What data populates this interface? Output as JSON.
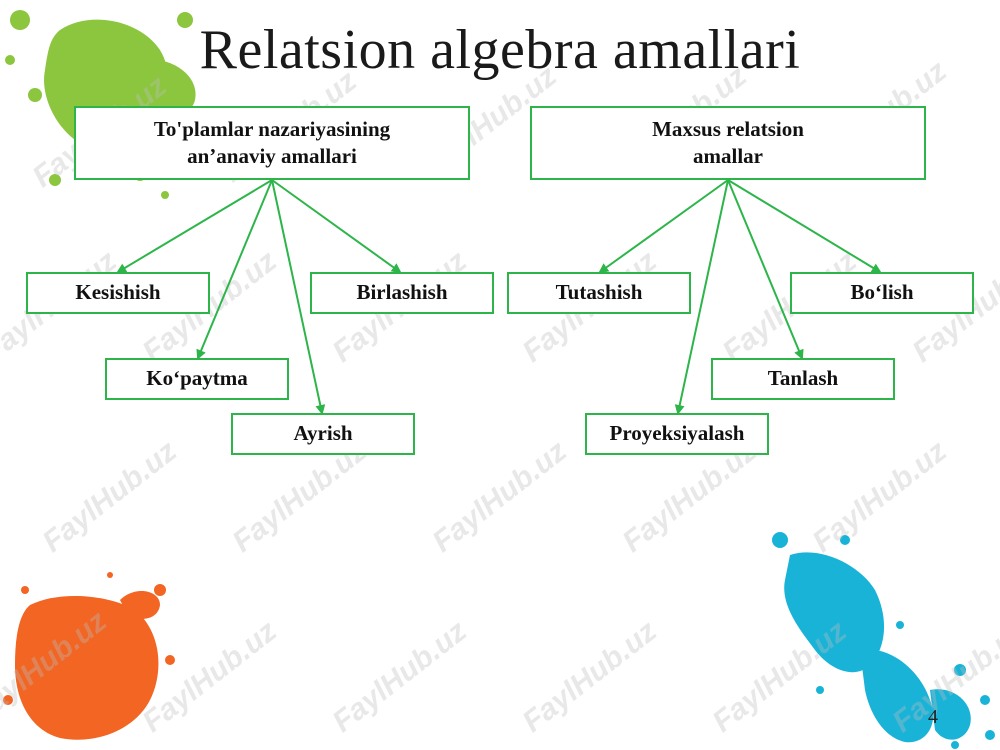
{
  "slide": {
    "title": "Relatsion algebra amallari",
    "page_number": "4",
    "watermark": "FaylHub.uz"
  },
  "diagram": {
    "left_root": {
      "line1": "To'plamlar nazariyasining",
      "line2": "an’anaviy amallari"
    },
    "right_root": {
      "line1": "Maxsus relatsion",
      "line2": "amallar"
    },
    "left_children": [
      "Kesishish",
      "Birlashish",
      "Ko‘paytma",
      "Ayrish"
    ],
    "right_children": [
      "Tutashish",
      "Bo‘lish",
      "Tanlash",
      "Proyeksiyalash"
    ],
    "colors": {
      "border": "#2db54a",
      "arrow": "#2db54a"
    }
  },
  "decor": {
    "splash_colors": {
      "green": "#8cc63f",
      "orange": "#f26522",
      "blue": "#1ab3d8"
    }
  }
}
